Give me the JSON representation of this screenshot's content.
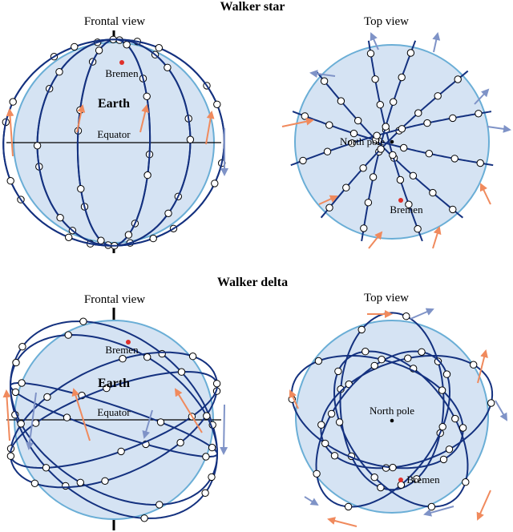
{
  "colors": {
    "earth_fill": "#d5e3f3",
    "earth_stroke": "#6aaed6",
    "orbit": "#14317f",
    "arrow_forward": "#f08a5d",
    "arrow_backward": "#7f93c7",
    "city_marker": "#e0302a"
  },
  "star": {
    "title": "Walker star",
    "frontal": {
      "view_label": "Frontal view",
      "earth_label": "Earth",
      "equator_label": "Equator",
      "city_label": "Bremen"
    },
    "top": {
      "view_label": "Top view",
      "pole_label": "North pole",
      "city_label": "Bremen"
    }
  },
  "delta": {
    "title": "Walker delta",
    "frontal": {
      "view_label": "Frontal view",
      "earth_label": "Earth",
      "equator_label": "Equator",
      "city_label": "Bremen"
    },
    "top": {
      "view_label": "Top view",
      "pole_label": "North pole",
      "city_label": "Bremen"
    }
  }
}
